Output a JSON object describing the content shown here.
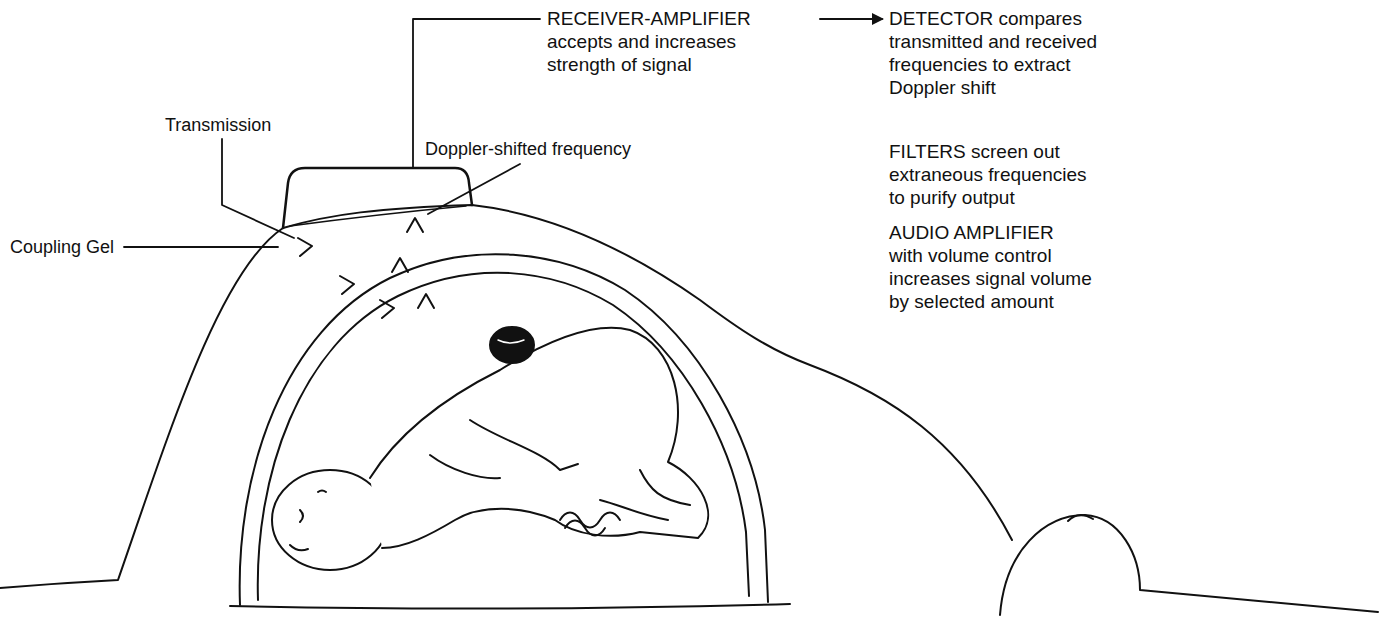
{
  "diagram": {
    "labels": [
      "RECEIVER-AMPLIFIER",
      "accepts and increases strength of signal",
      "DETECTOR",
      "compares transmitted and received frequencies to extract Doppler shift",
      "FILTERS",
      "screen out extraneous frequencies to purify output",
      "AUDIO AMPLIFIER",
      "with volume control increases signal volume by selected amount",
      "Transmission",
      "Doppler-shifted frequency",
      "Coupling Gel"
    ]
  }
}
